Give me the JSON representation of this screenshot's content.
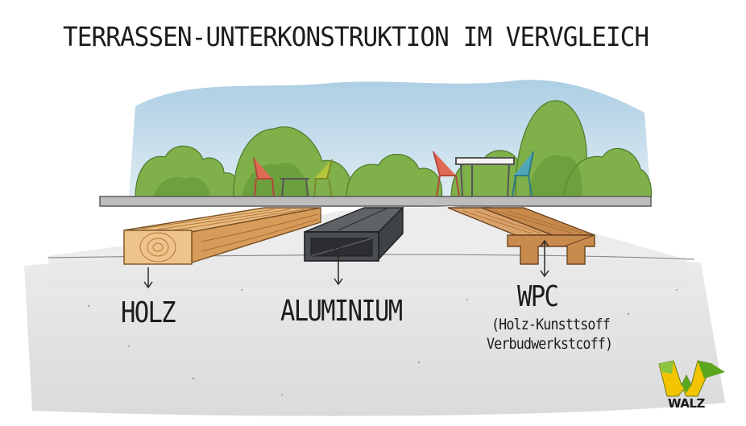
{
  "title": "TERRASSEN-UNTERKONSTRUKTION IM VERVGLEICH",
  "materials": [
    {
      "name": "HOLZ",
      "color": "#e0aa6a"
    },
    {
      "name": "ALUMINIUM",
      "color": "#4a4d52"
    },
    {
      "name": "WPC",
      "subtitle_line1": "(Holz-Kunsttsoff",
      "subtitle_line2": "Verbudwerkstcoff)",
      "color": "#c98a4e"
    }
  ],
  "logo": {
    "text": "WALZ",
    "colors": [
      "#f2c500",
      "#5aa51e"
    ]
  }
}
